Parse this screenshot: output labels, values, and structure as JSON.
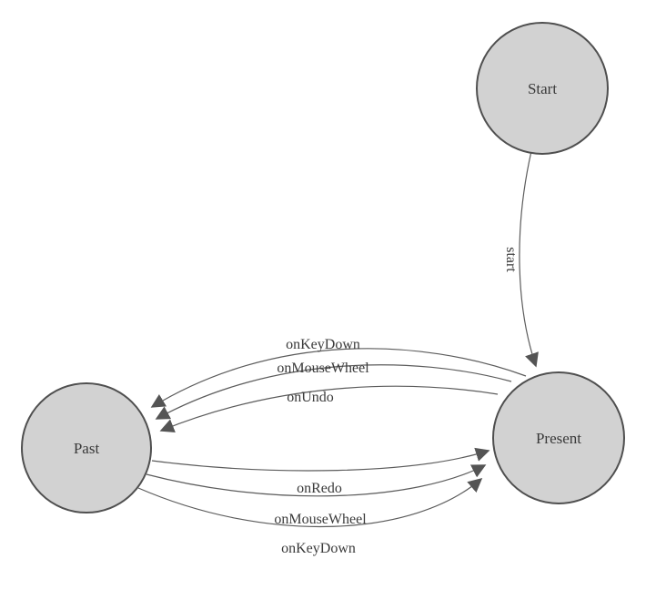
{
  "diagram": {
    "type": "state-machine",
    "states": [
      {
        "id": "start",
        "label": "Start"
      },
      {
        "id": "present",
        "label": "Present"
      },
      {
        "id": "past",
        "label": "Past"
      }
    ],
    "edges": [
      {
        "from": "Start",
        "to": "Present",
        "label": "start"
      },
      {
        "from": "Present",
        "to": "Past",
        "label": "onKeyDown"
      },
      {
        "from": "Present",
        "to": "Past",
        "label": "onMouseWheel"
      },
      {
        "from": "Present",
        "to": "Past",
        "label": "onUndo"
      },
      {
        "from": "Past",
        "to": "Present",
        "label": "onRedo"
      },
      {
        "from": "Past",
        "to": "Present",
        "label": "onMouseWheel"
      },
      {
        "from": "Past",
        "to": "Present",
        "label": "onKeyDown"
      }
    ],
    "colors": {
      "node_fill": "#d2d2d2",
      "node_stroke": "#4f4f4f",
      "edge_stroke": "#5c5c5c",
      "label_text": "#3a3a3a",
      "arrowhead": "#545454",
      "background": "#ffffff"
    }
  }
}
